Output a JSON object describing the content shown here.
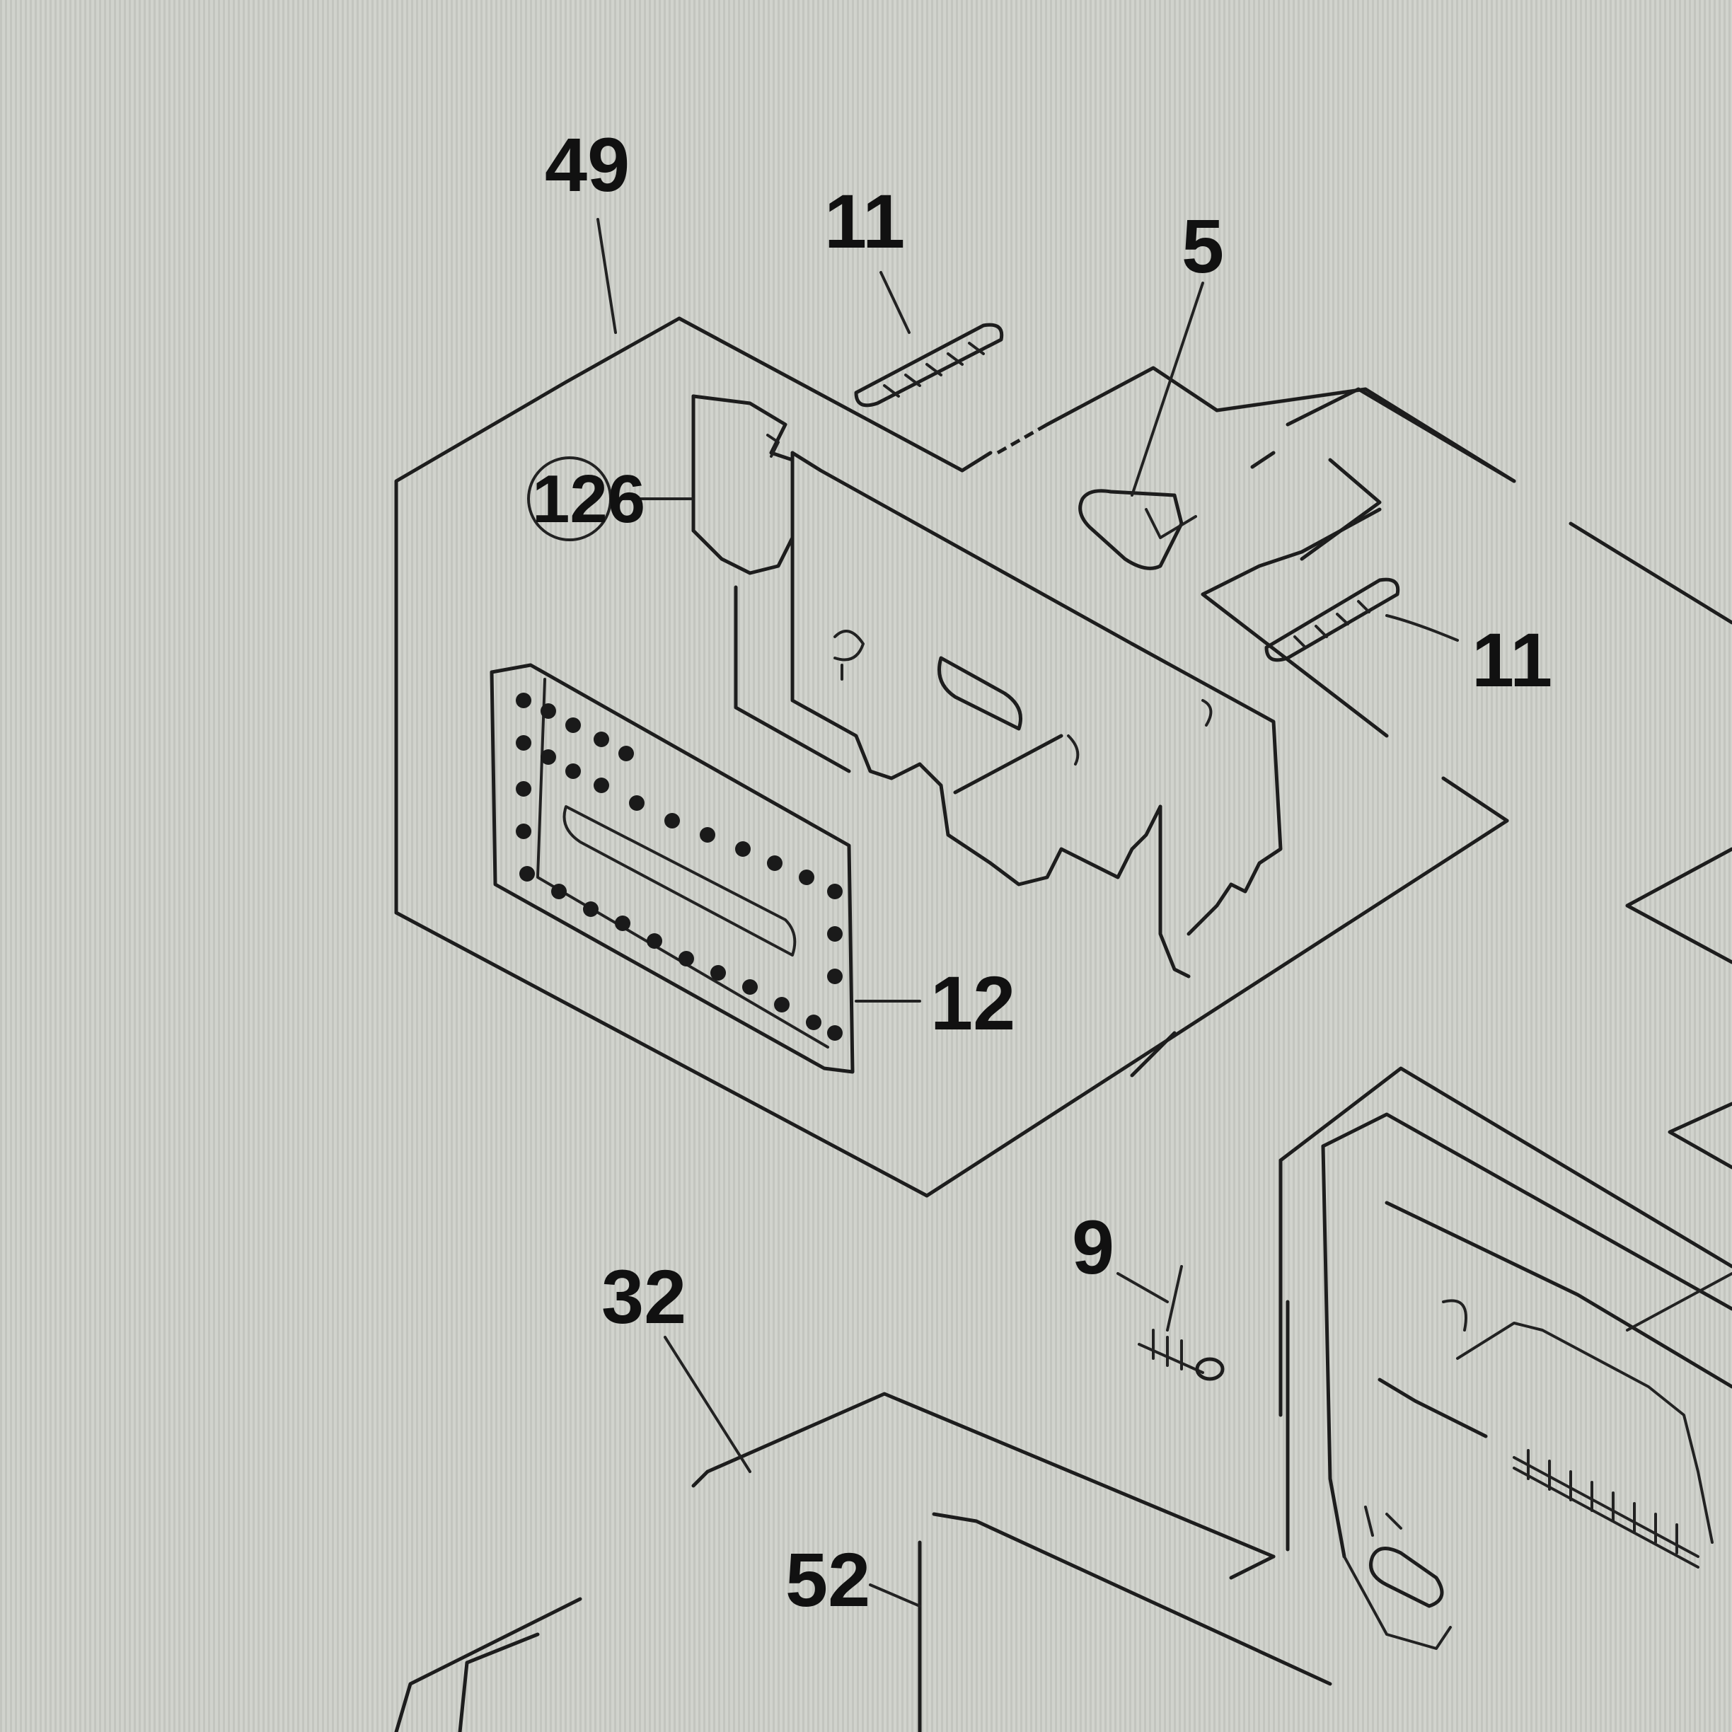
{
  "diagram": {
    "callouts": {
      "part_49": "49",
      "part_11_top": "11",
      "part_5": "5",
      "part_126": "126",
      "part_11_right": "11",
      "part_12": "12",
      "part_9": "9",
      "part_32": "32",
      "part_52": "52"
    }
  },
  "colors": {
    "line": "#1d1d1d",
    "paper": "#c7c9c3"
  }
}
